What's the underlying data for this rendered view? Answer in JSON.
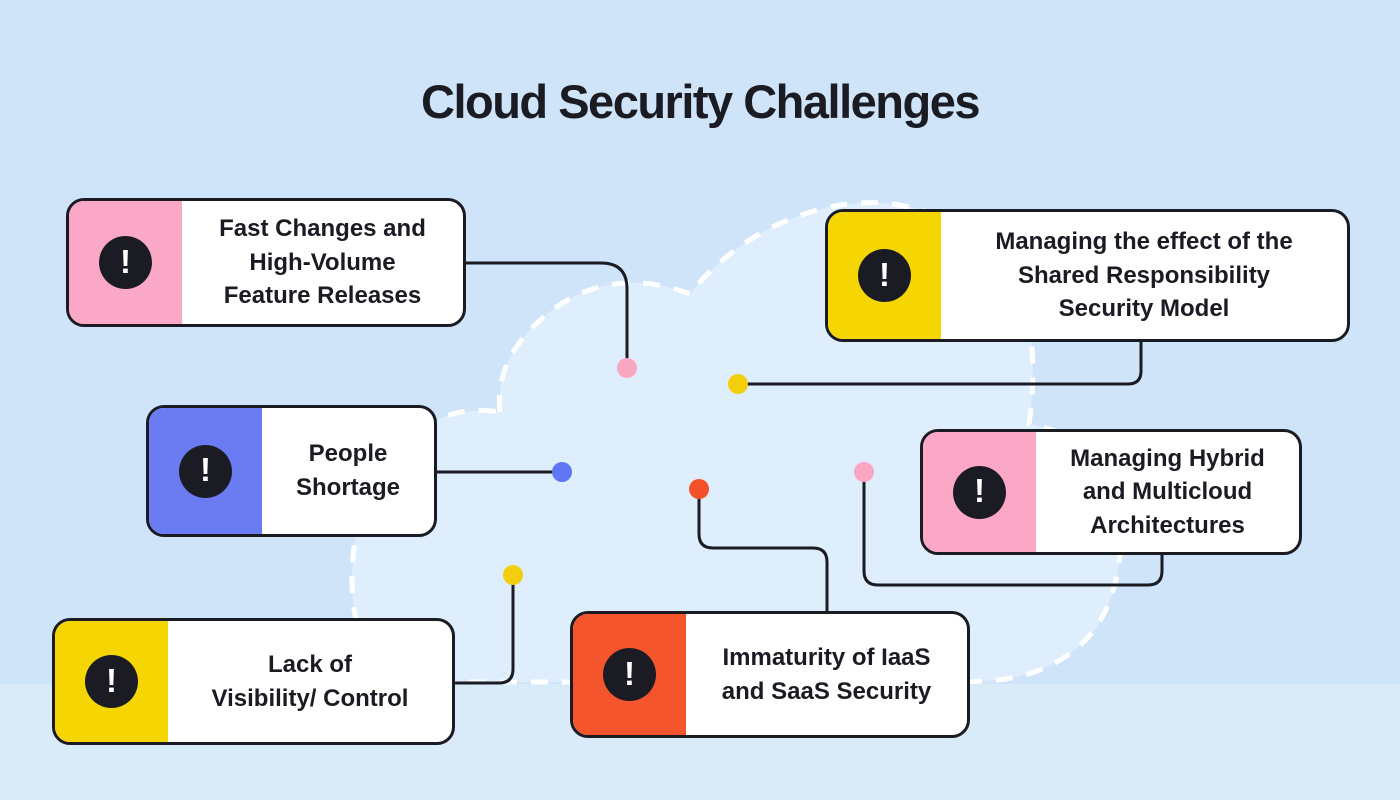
{
  "title": "Cloud Security Challenges",
  "icon_glyph": "!",
  "colors": {
    "background": "#CFE4F8",
    "cloud_fill": "#DEEEFC",
    "cloud_outline": "#FFFFFF",
    "line": "#1B1B23",
    "card_border": "#1B1B23",
    "card_bg": "#FFFFFF",
    "icon_bg": "#1B1B23",
    "icon_glyph_color": "#FFFFFF",
    "text": "#1B1B23"
  },
  "cards": [
    {
      "id": "fast-changes",
      "label": "Fast Changes and\nHigh-Volume\nFeature Releases",
      "accent_color": "#FAA8C5",
      "dot_color": "#F9A6C2"
    },
    {
      "id": "shared-responsibility",
      "label": "Managing the effect of the\nShared Responsibility\nSecurity Model",
      "accent_color": "#F5D502",
      "dot_color": "#F2CE0C"
    },
    {
      "id": "people-shortage",
      "label": "People\nShortage",
      "accent_color": "#6B7CF3",
      "dot_color": "#5F77F4"
    },
    {
      "id": "hybrid-multicloud",
      "label": "Managing Hybrid\nand Multicloud\nArchitectures",
      "accent_color": "#FAA8C5",
      "dot_color": "#F9A6C2"
    },
    {
      "id": "lack-visibility",
      "label": "Lack of\nVisibility/ Control",
      "accent_color": "#F5D502",
      "dot_color": "#F2CE0C"
    },
    {
      "id": "iaas-saas",
      "label": "Immaturity of IaaS\nand SaaS Security",
      "accent_color": "#F5552D",
      "dot_color": "#F4502A"
    }
  ]
}
